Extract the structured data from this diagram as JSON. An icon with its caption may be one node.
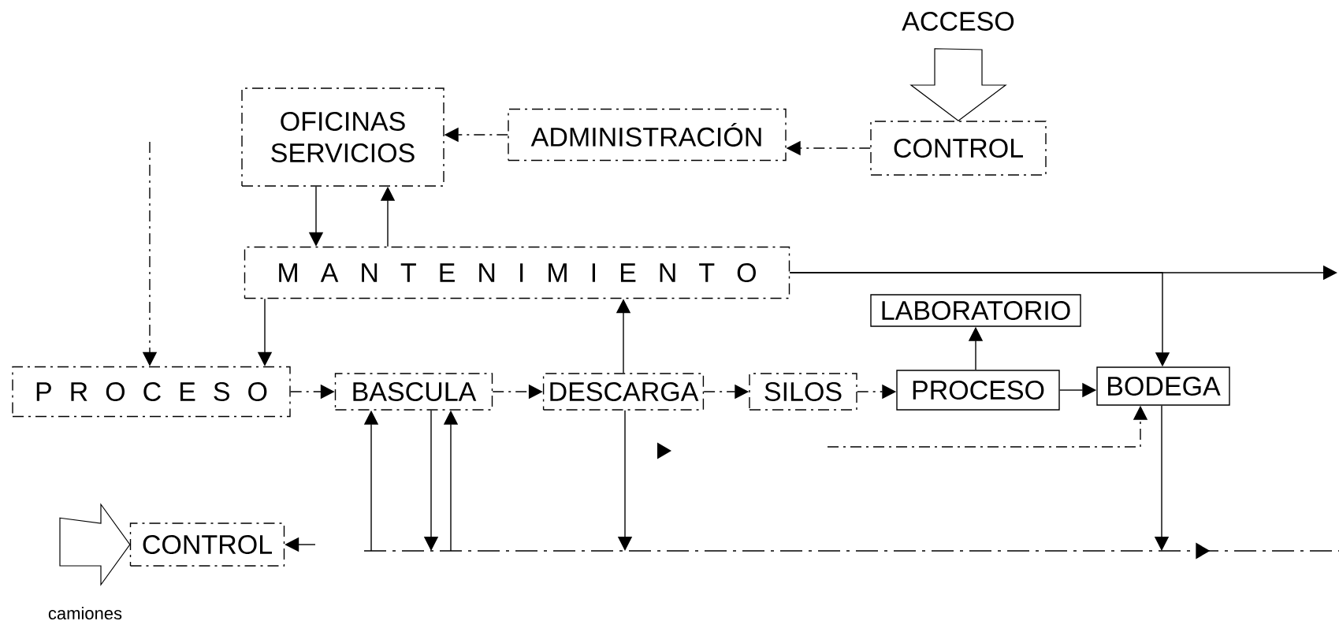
{
  "diagram": {
    "nodes": [
      {
        "text": [
          "ACCESO"
        ]
      },
      {
        "text": [
          "OFICINAS SERVICIOS"
        ]
      },
      {
        "text": [
          "ADMINISTRACIÓN"
        ]
      },
      {
        "text": [
          "CONTROL"
        ]
      },
      {
        "text": [
          "M A N T E N I M I E N T O"
        ]
      },
      {
        "text": [
          "LABORATORIO"
        ]
      },
      {
        "text": [
          "P R O C E S O"
        ]
      },
      {
        "text": [
          "BASCULA"
        ]
      },
      {
        "text": [
          "DESCARGA"
        ]
      },
      {
        "text": [
          "SILOS"
        ]
      },
      {
        "text": [
          "PROCESO"
        ]
      },
      {
        "text": [
          "BODEGA"
        ]
      },
      {
        "text": [
          "CONTROL"
        ]
      },
      {
        "text": [
          "camiones"
        ]
      }
    ],
    "edges": [
      {
        "from": 0,
        "to": 3,
        "arrow": "to",
        "style": "thick"
      },
      {
        "from": 3,
        "to": 2,
        "arrow": "to",
        "style": "dashed"
      },
      {
        "from": 2,
        "to": 1,
        "arrow": "to",
        "style": "dashed"
      },
      {
        "from": 1,
        "to": 4,
        "arrow": "to"
      },
      {
        "from": 4,
        "to": 1,
        "arrow": "to"
      },
      {
        "from": null,
        "to": 6,
        "arrow": "to",
        "style": "dashed"
      },
      {
        "from": 4,
        "to": 6,
        "arrow": "to"
      },
      {
        "from": 6,
        "to": 7,
        "arrow": "to",
        "style": "dashed"
      },
      {
        "from": 7,
        "to": 8,
        "arrow": "to",
        "style": "dashed"
      },
      {
        "from": 8,
        "to": 4,
        "arrow": "to"
      },
      {
        "from": 8,
        "to": 9,
        "arrow": "to",
        "style": "dashed"
      },
      {
        "from": 9,
        "to": 10,
        "arrow": "to",
        "style": "dashed"
      },
      {
        "from": 10,
        "to": 5,
        "arrow": "to"
      },
      {
        "from": 10,
        "to": 11,
        "arrow": "to"
      },
      {
        "from": 4,
        "to": 11,
        "arrow": "to"
      },
      {
        "from": 4,
        "to": null,
        "arrow": "to"
      },
      {
        "from": null,
        "to": 7,
        "arrow": "to"
      },
      {
        "from": 7,
        "to": null,
        "arrow": "to"
      },
      {
        "from": null,
        "to": 7,
        "arrow": "to"
      },
      {
        "from": 8,
        "to": null,
        "arrow": "to"
      },
      {
        "from": 11,
        "to": null,
        "arrow": "to"
      },
      {
        "from": null,
        "to": 12,
        "arrow": "to"
      },
      {
        "from": null,
        "to": 11,
        "arrow": "to",
        "style": "dashed"
      },
      {
        "from": 13,
        "to": 12,
        "arrow": "to",
        "style": "thick"
      }
    ]
  }
}
